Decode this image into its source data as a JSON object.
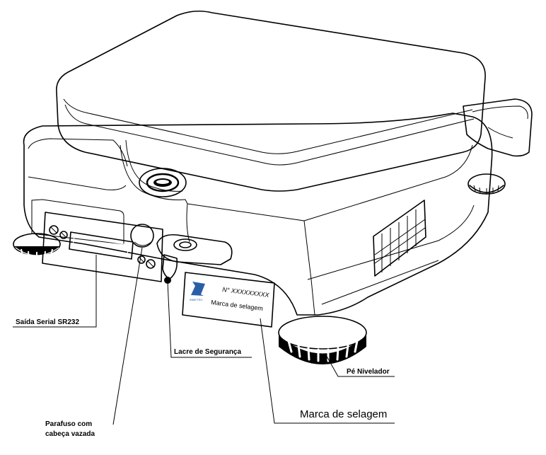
{
  "labels": {
    "serial": "Saída Serial SR232",
    "seal": "Lacre de Segurança",
    "foot": "Pé Nivelador",
    "screw_line1": "Parafuso com",
    "screw_line2": "cabeça vazada",
    "mark": "Marca de selagem"
  },
  "plate": {
    "number": "N° XXXXXXXXX",
    "text": "Marca de selagem",
    "logo_caption": "INMETRO"
  }
}
